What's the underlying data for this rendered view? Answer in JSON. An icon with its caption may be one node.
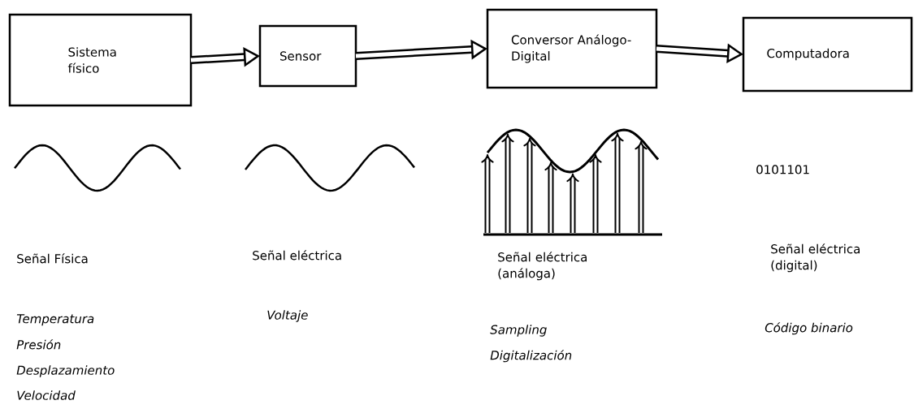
{
  "diagram": {
    "nodes": [
      {
        "text": [
          "Sistema físico"
        ]
      },
      {
        "text": [
          "Sensor"
        ]
      },
      {
        "text": [
          "Conversor Análogo-Digital"
        ]
      },
      {
        "text": [
          "Computadora"
        ]
      }
    ],
    "edges": [
      {
        "from": 0,
        "to": 1,
        "arrow": "to"
      },
      {
        "from": 1,
        "to": 2,
        "arrow": "to"
      },
      {
        "from": 2,
        "to": 3,
        "arrow": "to"
      }
    ],
    "labels": [
      "Señal Física",
      "Temperatura",
      "Presión",
      "Desplazamiento",
      "Velocidad",
      "Señal eléctrica",
      "Voltaje",
      "Señal eléctrica (análoga)",
      "Sampling",
      "Digitalización",
      "0101101",
      "Señal eléctrica (digital)",
      "Código binario"
    ]
  }
}
